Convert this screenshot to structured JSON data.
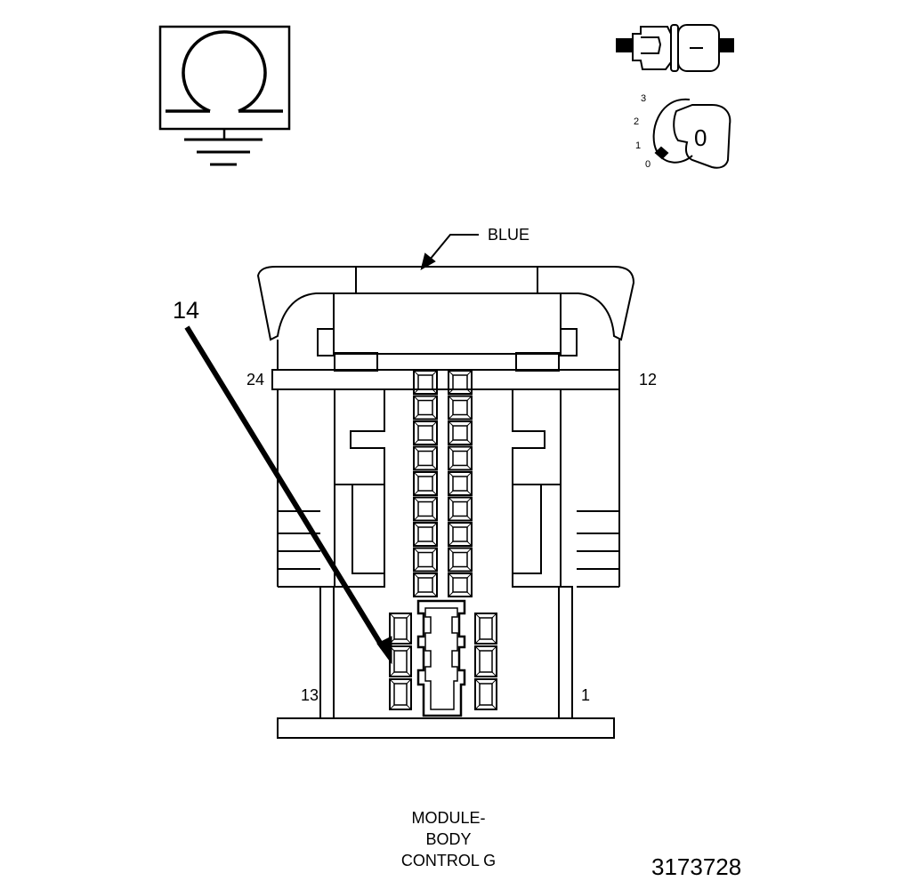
{
  "callouts": {
    "color_label": "BLUE",
    "pin_callout": "14"
  },
  "pin_numbers": {
    "top_left": "24",
    "top_right": "12",
    "bottom_left": "13",
    "bottom_right": "1"
  },
  "ignition_positions": [
    "3",
    "2",
    "1",
    "0"
  ],
  "key_label": "0",
  "caption_lines": [
    "MODULE-",
    "BODY",
    "CONTROL G"
  ],
  "figure_number": "3173728",
  "icons": {
    "resistance": "ohm-ground-icon",
    "connector": "connector-plug-icon",
    "ignition": "ignition-key-icon"
  },
  "colors": {
    "line": "#000000",
    "fill": "#ffffff"
  }
}
